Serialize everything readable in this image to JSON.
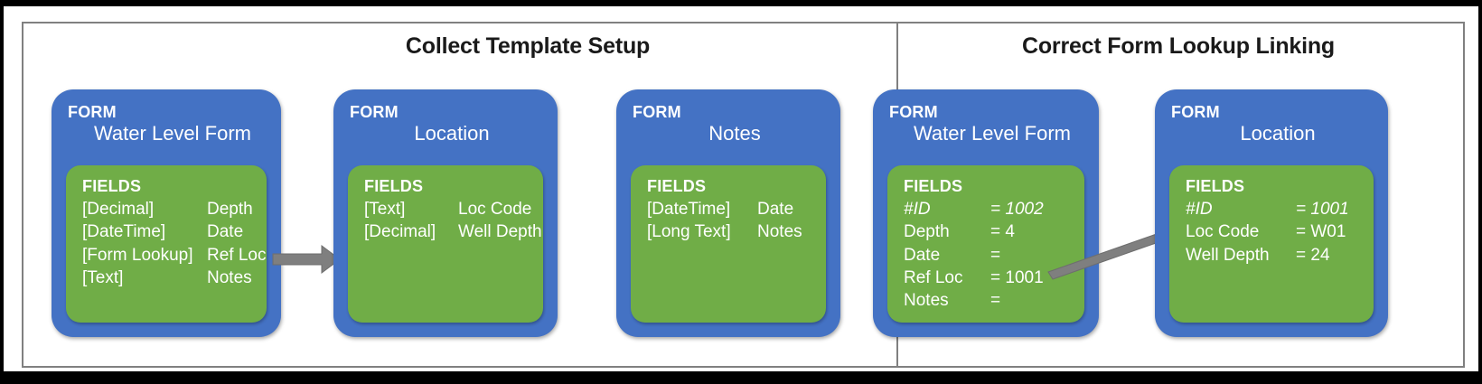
{
  "diagram": {
    "panels": [
      {
        "key": "left",
        "title": "Collect Template Setup"
      },
      {
        "key": "right",
        "title": "Correct Form Lookup Linking"
      }
    ]
  },
  "cards": {
    "water_level_template": {
      "kind": "FORM",
      "name": "Water Level Form",
      "fields_title": "FIELDS",
      "rows": [
        {
          "type": "[Decimal]",
          "label": "Depth"
        },
        {
          "type": "[DateTime]",
          "label": "Date"
        },
        {
          "type": "[Form Lookup]",
          "label": "Ref Loc"
        },
        {
          "type": "[Text]",
          "label": "Notes"
        }
      ]
    },
    "location_template": {
      "kind": "FORM",
      "name": "Location",
      "fields_title": "FIELDS",
      "rows": [
        {
          "type": "[Text]",
          "label": "Loc Code"
        },
        {
          "type": "[Decimal]",
          "label": "Well Depth"
        }
      ]
    },
    "notes_template": {
      "kind": "FORM",
      "name": "Notes",
      "fields_title": "FIELDS",
      "rows": [
        {
          "type": "[DateTime]",
          "label": "Date"
        },
        {
          "type": "[Long Text]",
          "label": "Notes"
        }
      ]
    },
    "water_level_record": {
      "kind": "FORM",
      "name": "Water Level Form",
      "fields_title": "FIELDS",
      "rows": [
        {
          "type": "#ID",
          "label": "= 1002",
          "italic": true
        },
        {
          "type": "Depth",
          "label": "= 4"
        },
        {
          "type": "Date",
          "label": "="
        },
        {
          "type": "Ref Loc",
          "label": "= 1001"
        },
        {
          "type": "Notes",
          "label": "="
        }
      ]
    },
    "location_record": {
      "kind": "FORM",
      "name": "Location",
      "fields_title": "FIELDS",
      "rows": [
        {
          "type": "#ID",
          "label": "= 1001",
          "italic": true
        },
        {
          "type": "Loc Code",
          "label": "= W01"
        },
        {
          "type": "Well Depth",
          "label": "= 24"
        }
      ]
    }
  },
  "connectors": [
    {
      "name": "lookup-arrow-template",
      "style": "straight-right"
    },
    {
      "name": "lookup-arrow-record",
      "style": "diagonal-up-right"
    }
  ],
  "colors": {
    "form_blue": "#4472C4",
    "fields_green": "#70AD47",
    "arrow_gray": "#7F7F7F",
    "frame_gray": "#808080",
    "text_white": "#FFFFFF",
    "title_black": "#1A1A1A",
    "page_white": "#FFFFFF",
    "outer_black": "#000000"
  }
}
